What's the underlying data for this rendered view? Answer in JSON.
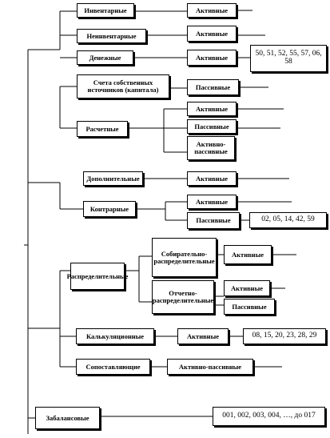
{
  "accounts": {
    "inventory": "Инвентарные",
    "non_inventory": "Неинвентарные",
    "monetary": "Денежные",
    "own_sources": "Счета собственных источников (капитала)",
    "settlement": "Расчетные",
    "supplementary": "Дополнительные",
    "contra": "Контрарные",
    "distributive": "Распределительные",
    "collect_distribute": "Собирательно-распределительные",
    "report_distribute": "Отчетно-распределительные",
    "calculating": "Калькуляционные",
    "comparative": "Сопоставляющие",
    "off_balance": "Забалансовые"
  },
  "types": {
    "active": "Активные",
    "passive": "Пассивные",
    "active_passive": "Активно-пассивные"
  },
  "codes": {
    "monetary": "50, 51, 52, 55, 57, 06, 58",
    "contra": "02, 05, 14, 42, 59",
    "calculating": "08, 15, 20, 23, 28, 29",
    "off_balance": "001, 002, 003, 004, …, до 017"
  }
}
